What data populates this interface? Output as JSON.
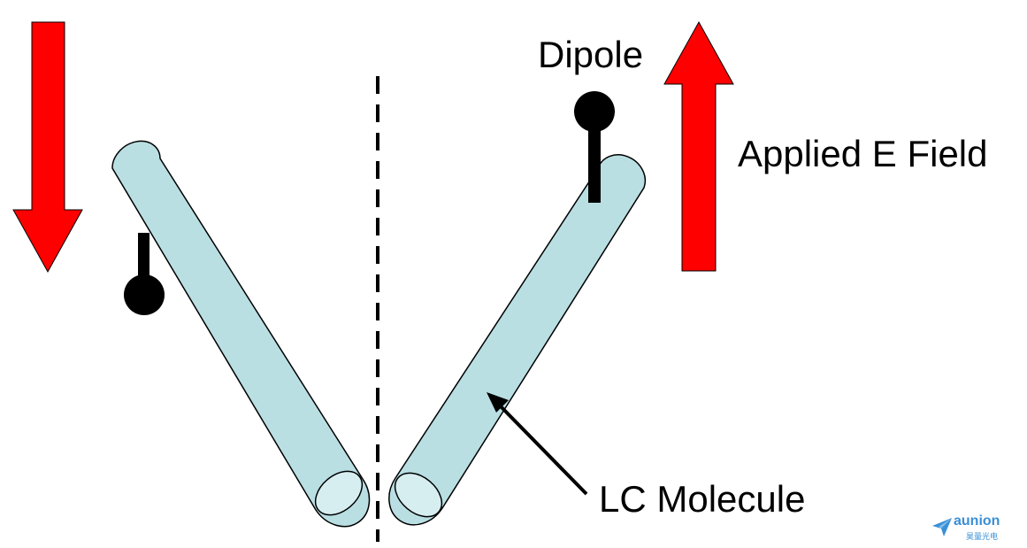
{
  "labels": {
    "dipole": "Dipole",
    "applied_field": "Applied E Field",
    "lc_molecule": "LC Molecule"
  },
  "logo": {
    "name": "aunion",
    "subtitle": "昊量光电"
  },
  "colors": {
    "arrow_fill": "#ff0000",
    "molecule_fill": "#b9dfe3",
    "molecule_end_fill": "#d6eef0",
    "outline": "#000000",
    "dipole": "#000000",
    "logo": "#3a8fd6"
  }
}
